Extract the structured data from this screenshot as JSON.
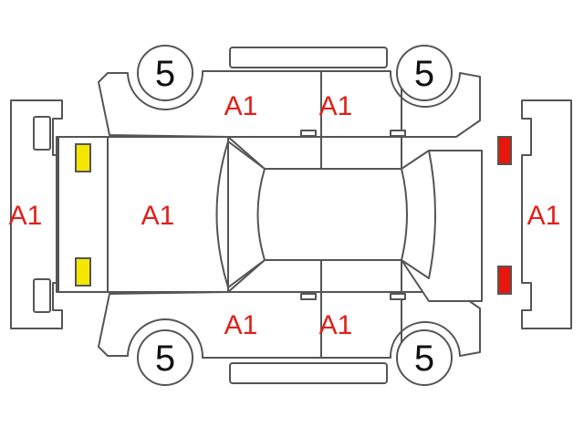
{
  "colors": {
    "outline": "#555555",
    "damage_code": "#e0201a",
    "front_lamp": "#f5e600",
    "rear_lamp": "#e8160c"
  },
  "panels": {
    "front_bumper": "A1",
    "hood": "A1",
    "front_left_door": "A1",
    "rear_left_door": "A1",
    "front_right_door": "A1",
    "rear_right_door": "A1",
    "rear_bumper": "A1"
  },
  "tires": {
    "front_left": "5",
    "rear_left": "5",
    "front_right": "5",
    "rear_right": "5"
  }
}
